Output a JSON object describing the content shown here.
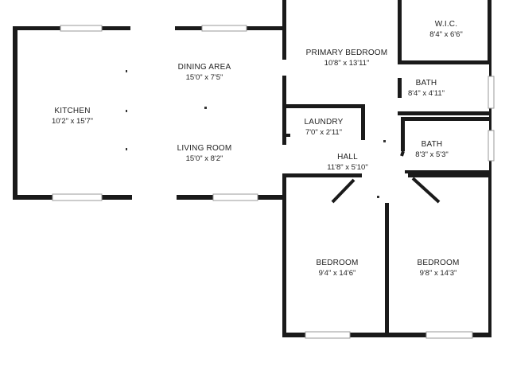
{
  "rooms": {
    "kitchen": {
      "name": "KITCHEN",
      "dim": "10'2\" x 15'7\""
    },
    "dining_area": {
      "name": "DINING AREA",
      "dim": "15'0\" x 7'5\""
    },
    "living_room": {
      "name": "LIVING ROOM",
      "dim": "15'0\" x 8'2\""
    },
    "primary_bedroom": {
      "name": "PRIMARY BEDROOM",
      "dim": "10'8\" x 13'11\""
    },
    "wic": {
      "name": "W.I.C.",
      "dim": "8'4\" x 6'6\""
    },
    "bath_1": {
      "name": "BATH",
      "dim": "8'4\" x 4'11\""
    },
    "laundry": {
      "name": "LAUNDRY",
      "dim": "7'0\" x 2'11\""
    },
    "bath_2": {
      "name": "BATH",
      "dim": "8'3\" x 5'3\""
    },
    "hall": {
      "name": "HALL",
      "dim": "11'8\" x 5'10\""
    },
    "bedroom_1": {
      "name": "BEDROOM",
      "dim": "9'4\" x 14'6\""
    },
    "bedroom_2": {
      "name": "BEDROOM",
      "dim": "9'8\" x 14'3\""
    }
  },
  "colors": {
    "wall": "#1a1a1a",
    "window": "#9a9a9a",
    "background": "#ffffff"
  }
}
